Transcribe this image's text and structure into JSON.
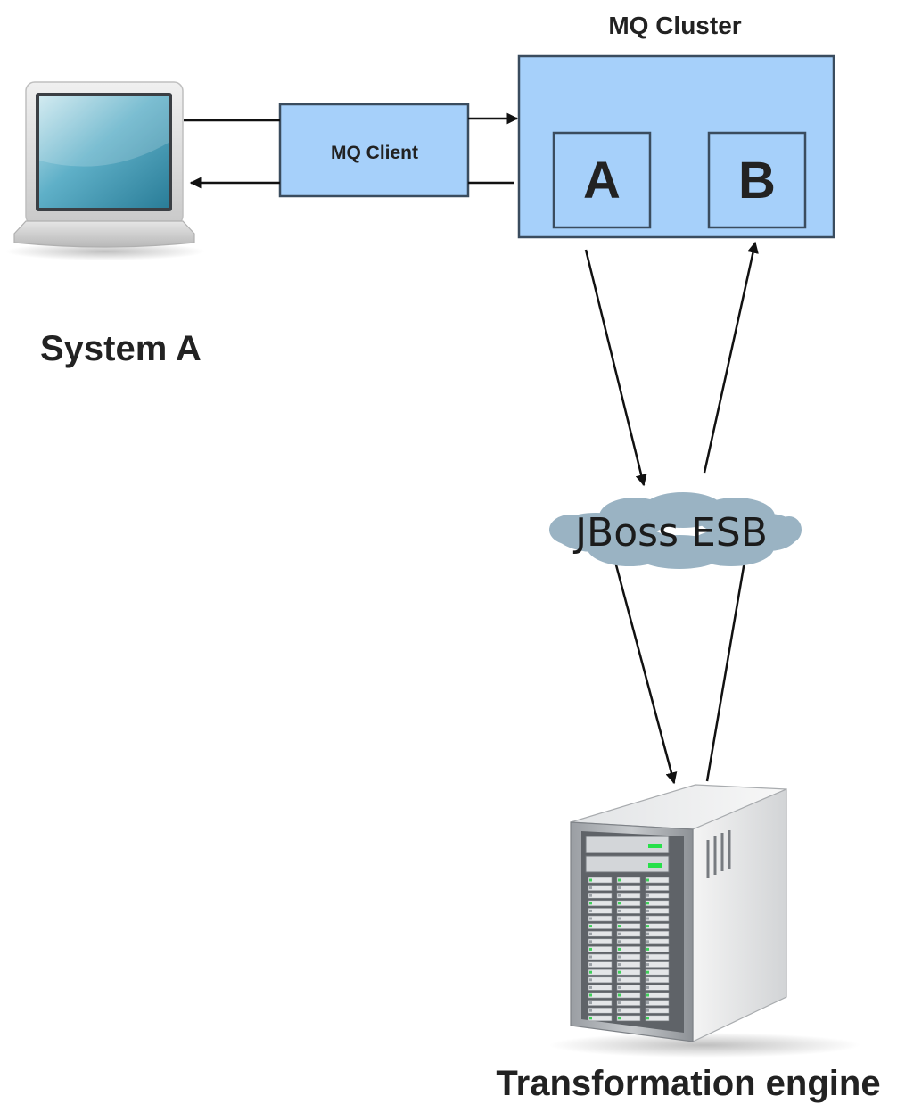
{
  "diagram": {
    "nodes": {
      "system_a": {
        "label": "System A",
        "icon": "laptop-icon"
      },
      "mq_client": {
        "label": "MQ Client"
      },
      "mq_cluster": {
        "label": "MQ Cluster",
        "queues": [
          "A",
          "B"
        ]
      },
      "jboss_esb": {
        "label": "JBoss ESB",
        "shape": "cloud"
      },
      "transformation_engine": {
        "label": "Transformation engine",
        "icon": "server-icon"
      }
    },
    "edges": [
      {
        "from": "system_a",
        "to": "mq_cluster",
        "via": "mq_client"
      },
      {
        "from": "mq_cluster",
        "to": "system_a",
        "via": "mq_client"
      },
      {
        "from": "mq_cluster.A",
        "to": "jboss_esb"
      },
      {
        "from": "jboss_esb",
        "to": "mq_cluster.B"
      },
      {
        "from": "jboss_esb",
        "to": "transformation_engine"
      },
      {
        "from": "transformation_engine",
        "to": "jboss_esb"
      }
    ],
    "colors": {
      "box_fill": "#a6d0fa",
      "box_stroke": "#3a4c5e",
      "cloud_fill": "#9ab3c3",
      "arrow": "#111111"
    }
  }
}
